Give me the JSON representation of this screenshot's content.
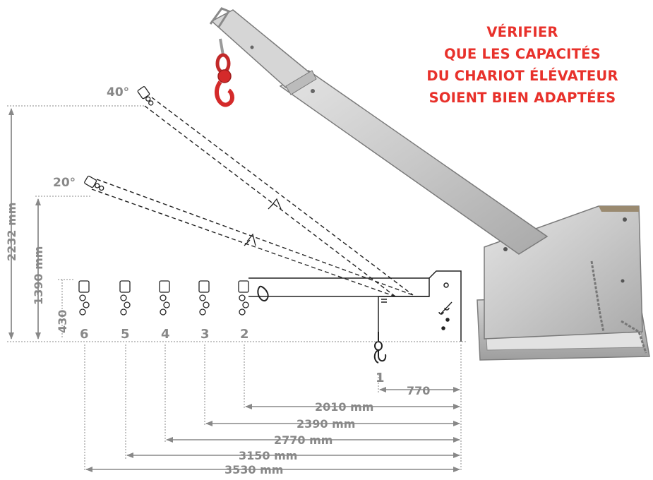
{
  "warning": {
    "lines": [
      "VÉRIFIER",
      "QUE LES CAPACITÉS",
      "DU CHARIOT ÉLÉVATEUR",
      "SOIENT BIEN ADAPTÉES"
    ],
    "color": "#e8312b"
  },
  "angles": {
    "a40": "40°",
    "a20": "20°"
  },
  "heights": {
    "h2232": "2232 mm",
    "h1390": "1390 mm",
    "h430": "430"
  },
  "positions": [
    "1",
    "2",
    "3",
    "4",
    "5",
    "6"
  ],
  "distances": {
    "d770": "770",
    "d2010": "2010 mm",
    "d2390": "2390 mm",
    "d2770": "2770 mm",
    "d3150": "3150 mm",
    "d3530": "3530 mm"
  },
  "colors": {
    "dimension": "#888888",
    "outline": "#222222",
    "hook": "#d42a2a",
    "steel": "#c9c9c9"
  }
}
